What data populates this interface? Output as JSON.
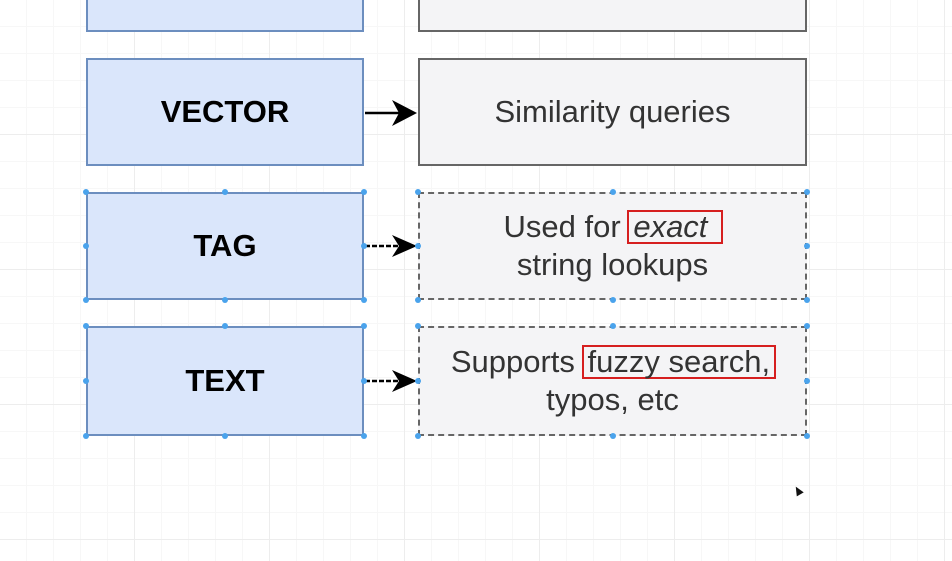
{
  "rows": [
    {
      "type_label": "",
      "description": []
    },
    {
      "type_label": "VECTOR",
      "description": [
        "Similarity queries"
      ]
    },
    {
      "type_label": "TAG",
      "description_before": "Used for ",
      "description_highlight": "exact",
      "description_after": "string lookups"
    },
    {
      "type_label": "TEXT",
      "description_before": "Supports ",
      "description_highlight": "fuzzy search,",
      "description_after": "typos, etc"
    }
  ],
  "colors": {
    "left_fill": "#dae6fb",
    "left_stroke": "#6c8ebf",
    "right_fill": "#f4f4f6",
    "right_stroke": "#666666",
    "highlight": "#d61f1f",
    "selection_handle": "#4aa3ec"
  },
  "icons": {
    "cursor": "mouse-pointer-icon",
    "arrow": "arrow-right-icon"
  }
}
